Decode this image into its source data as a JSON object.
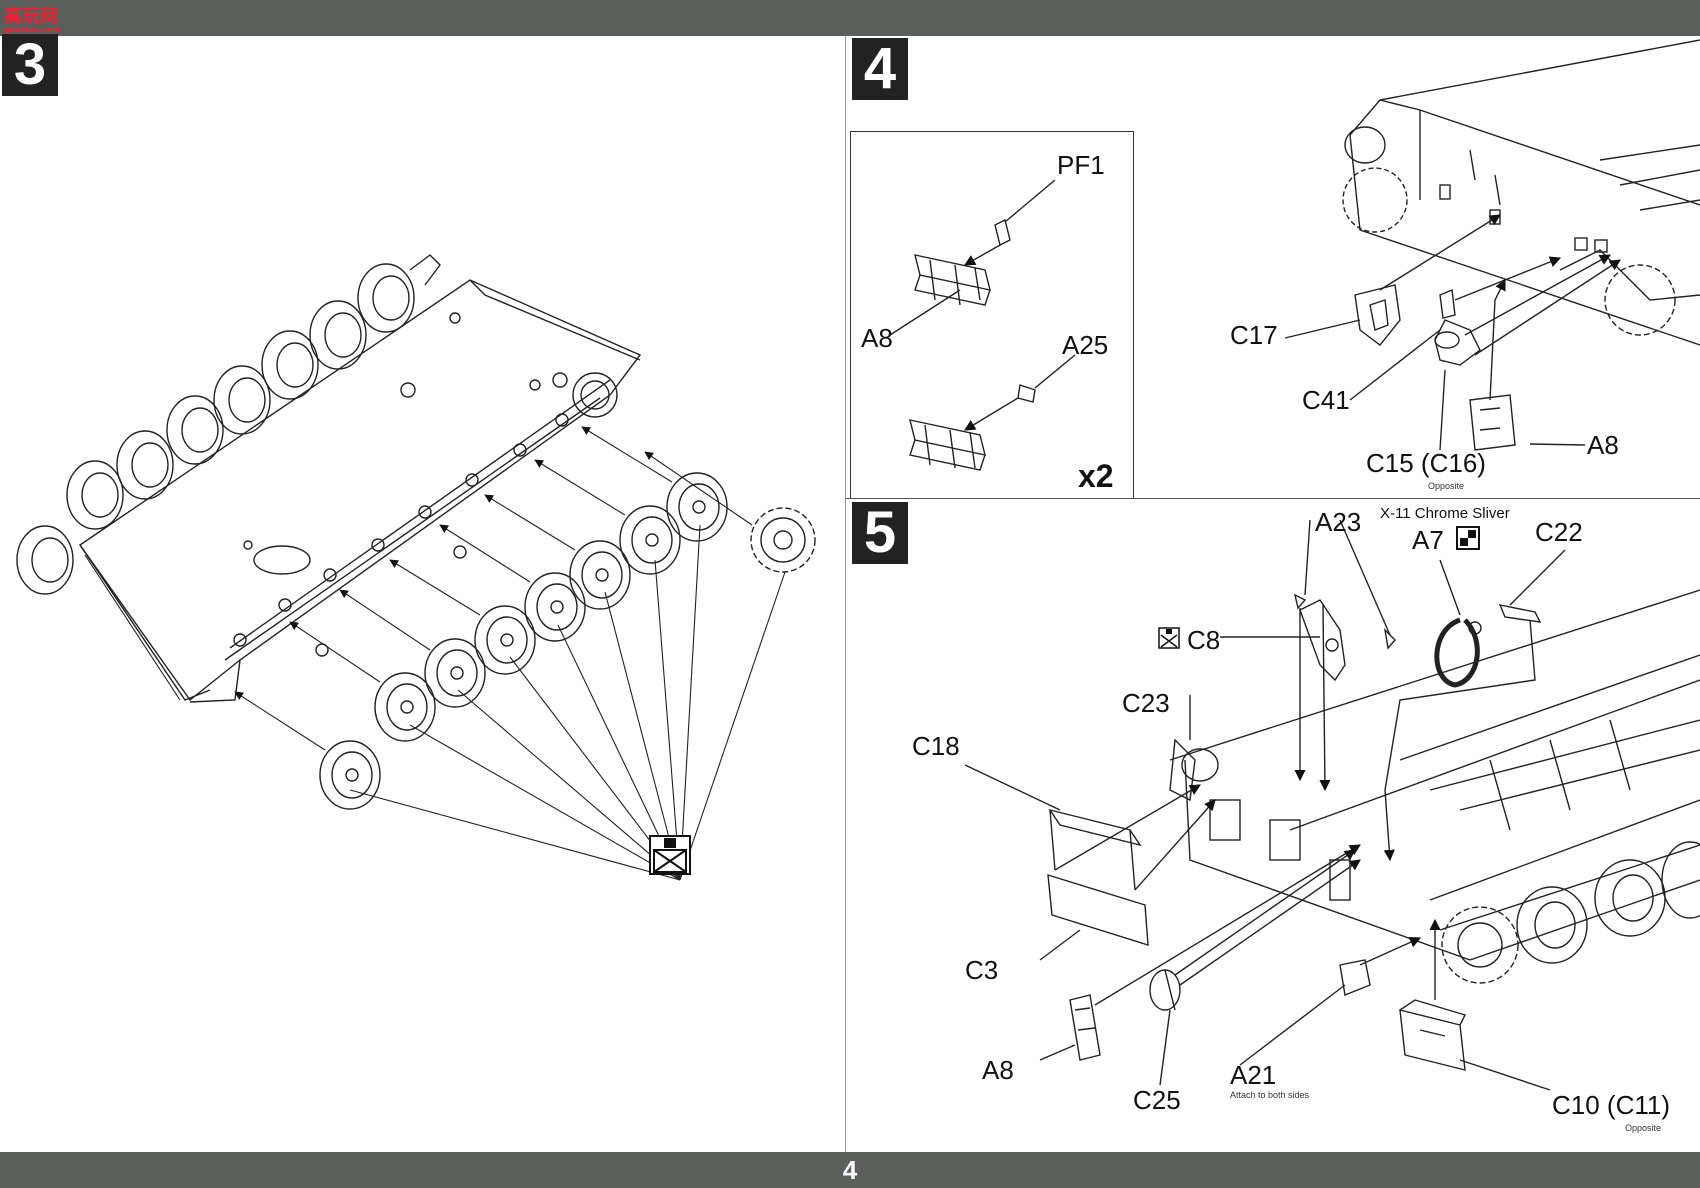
{
  "header": {
    "logo_text": "高玩网",
    "logo_sub": "gaowan.com"
  },
  "page_number": "4",
  "steps": {
    "step3": {
      "number": "3"
    },
    "step4": {
      "number": "4",
      "inset": {
        "labels": {
          "pf1": "PF1",
          "a8": "A8",
          "a25": "A25"
        },
        "multiplier": "x2"
      },
      "labels": {
        "c17": "C17",
        "c41": "C41",
        "c15": "C15 (C16)",
        "c15_note": "Opposite",
        "a8": "A8"
      }
    },
    "step5": {
      "number": "5",
      "note": "X-11 Chrome Sliver",
      "labels": {
        "a23": "A23",
        "a7": "A7",
        "c22": "C22",
        "c8": "C8",
        "c23": "C23",
        "c18": "C18",
        "c3": "C3",
        "a8": "A8",
        "c25": "C25",
        "a21": "A21",
        "a21_note": "Attach to both sides",
        "c10": "C10 (C11)",
        "c10_note": "Opposite"
      }
    }
  },
  "icons": [
    "glue-icon",
    "glue-icon",
    "decal-icon"
  ]
}
